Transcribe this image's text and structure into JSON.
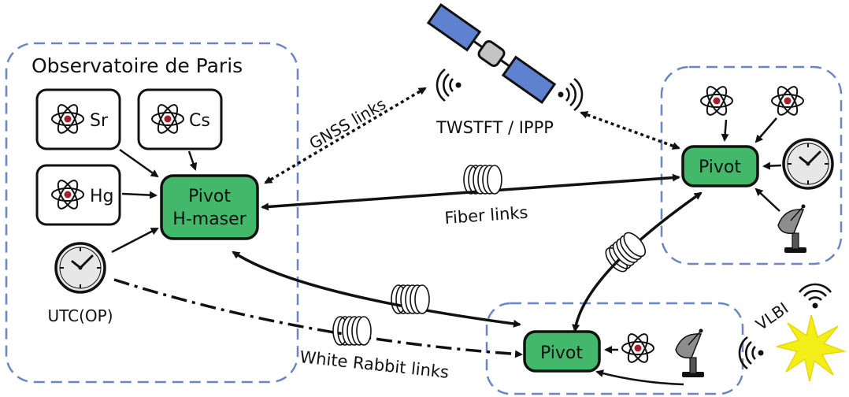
{
  "regions": {
    "paris": {
      "title": "Observatoire de Paris"
    }
  },
  "clocks": {
    "sr": "Sr",
    "cs": "Cs",
    "hg": "Hg",
    "utc": "UTC(OP)"
  },
  "nodes": {
    "paris_pivot_line1": "Pivot",
    "paris_pivot_line2": "H-maser",
    "right_pivot": "Pivot",
    "bottom_pivot": "Pivot"
  },
  "links": {
    "gnss": "GNSS links",
    "twstft": "TWSTFT / IPPP",
    "fiber": "Fiber links",
    "white_rabbit": "White Rabbit links",
    "vlbi": "VLBI"
  },
  "colors": {
    "region_border": "#6a85c2",
    "pivot_fill": "#43b86a",
    "satellite_panel": "#5f82d0",
    "atom_nucleus": "#a51f2a",
    "clock_fill": "#e7e7e7",
    "star": "#f4ee18"
  }
}
